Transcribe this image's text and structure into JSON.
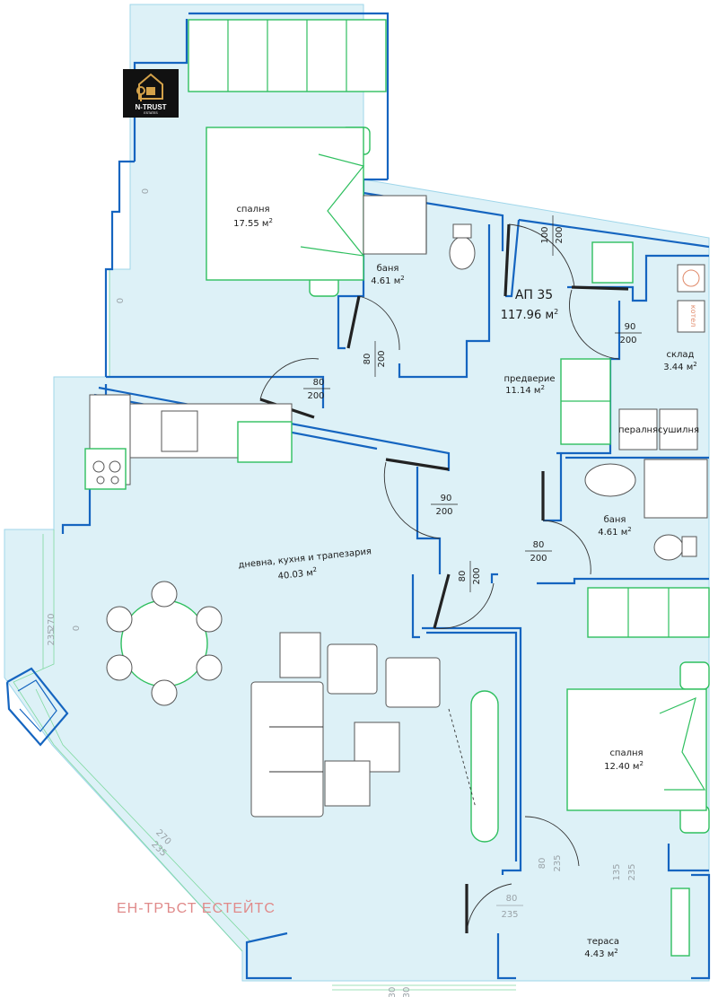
{
  "apartment": {
    "name": "АП 35",
    "area": "117.96 м",
    "area_sup": "2"
  },
  "rooms": {
    "bedroom1": {
      "name": "спалня",
      "area": "17.55 м",
      "sup": "2"
    },
    "bath1": {
      "name": "баня",
      "area": "4.61 м",
      "sup": "2"
    },
    "hall": {
      "name": "предверие",
      "area": "11.14 м",
      "sup": "2"
    },
    "storage": {
      "name": "склад",
      "area": "3.44 м",
      "sup": "2"
    },
    "bath2": {
      "name": "баня",
      "area": "4.61 м",
      "sup": "2"
    },
    "living": {
      "name": "дневна, кухня и трапезария",
      "area": "40.03 м",
      "sup": "2"
    },
    "bedroom2": {
      "name": "спалня",
      "area": "12.40 м",
      "sup": "2"
    },
    "terrace": {
      "name": "тераса",
      "area": "4.43 м",
      "sup": "2"
    }
  },
  "appliances": {
    "washer": "пералня",
    "dryer": "сушилня",
    "boiler": "котел"
  },
  "doors": {
    "d1": [
      "100",
      "200"
    ],
    "d2": [
      "80",
      "200"
    ],
    "d3": [
      "80",
      "200"
    ],
    "d4": [
      "90",
      "200"
    ],
    "d5": [
      "90",
      "200"
    ],
    "d6": [
      "80",
      "200"
    ],
    "d7": [
      "80",
      "200"
    ],
    "d8": [
      "80",
      "235"
    ],
    "d9": [
      "135",
      "235"
    ],
    "d10": [
      "80",
      "235"
    ],
    "d11": [
      "30",
      "30"
    ]
  },
  "window_dims": {
    "w1": [
      "270",
      "235"
    ],
    "w2": [
      "270",
      "235"
    ]
  },
  "window_marks": [
    "0",
    "0",
    "0"
  ],
  "logo": {
    "name": "N-TRUST",
    "sub": "ESTATES"
  },
  "watermark": "ЕН-ТРЪСТ ЕСТЕЙТС"
}
